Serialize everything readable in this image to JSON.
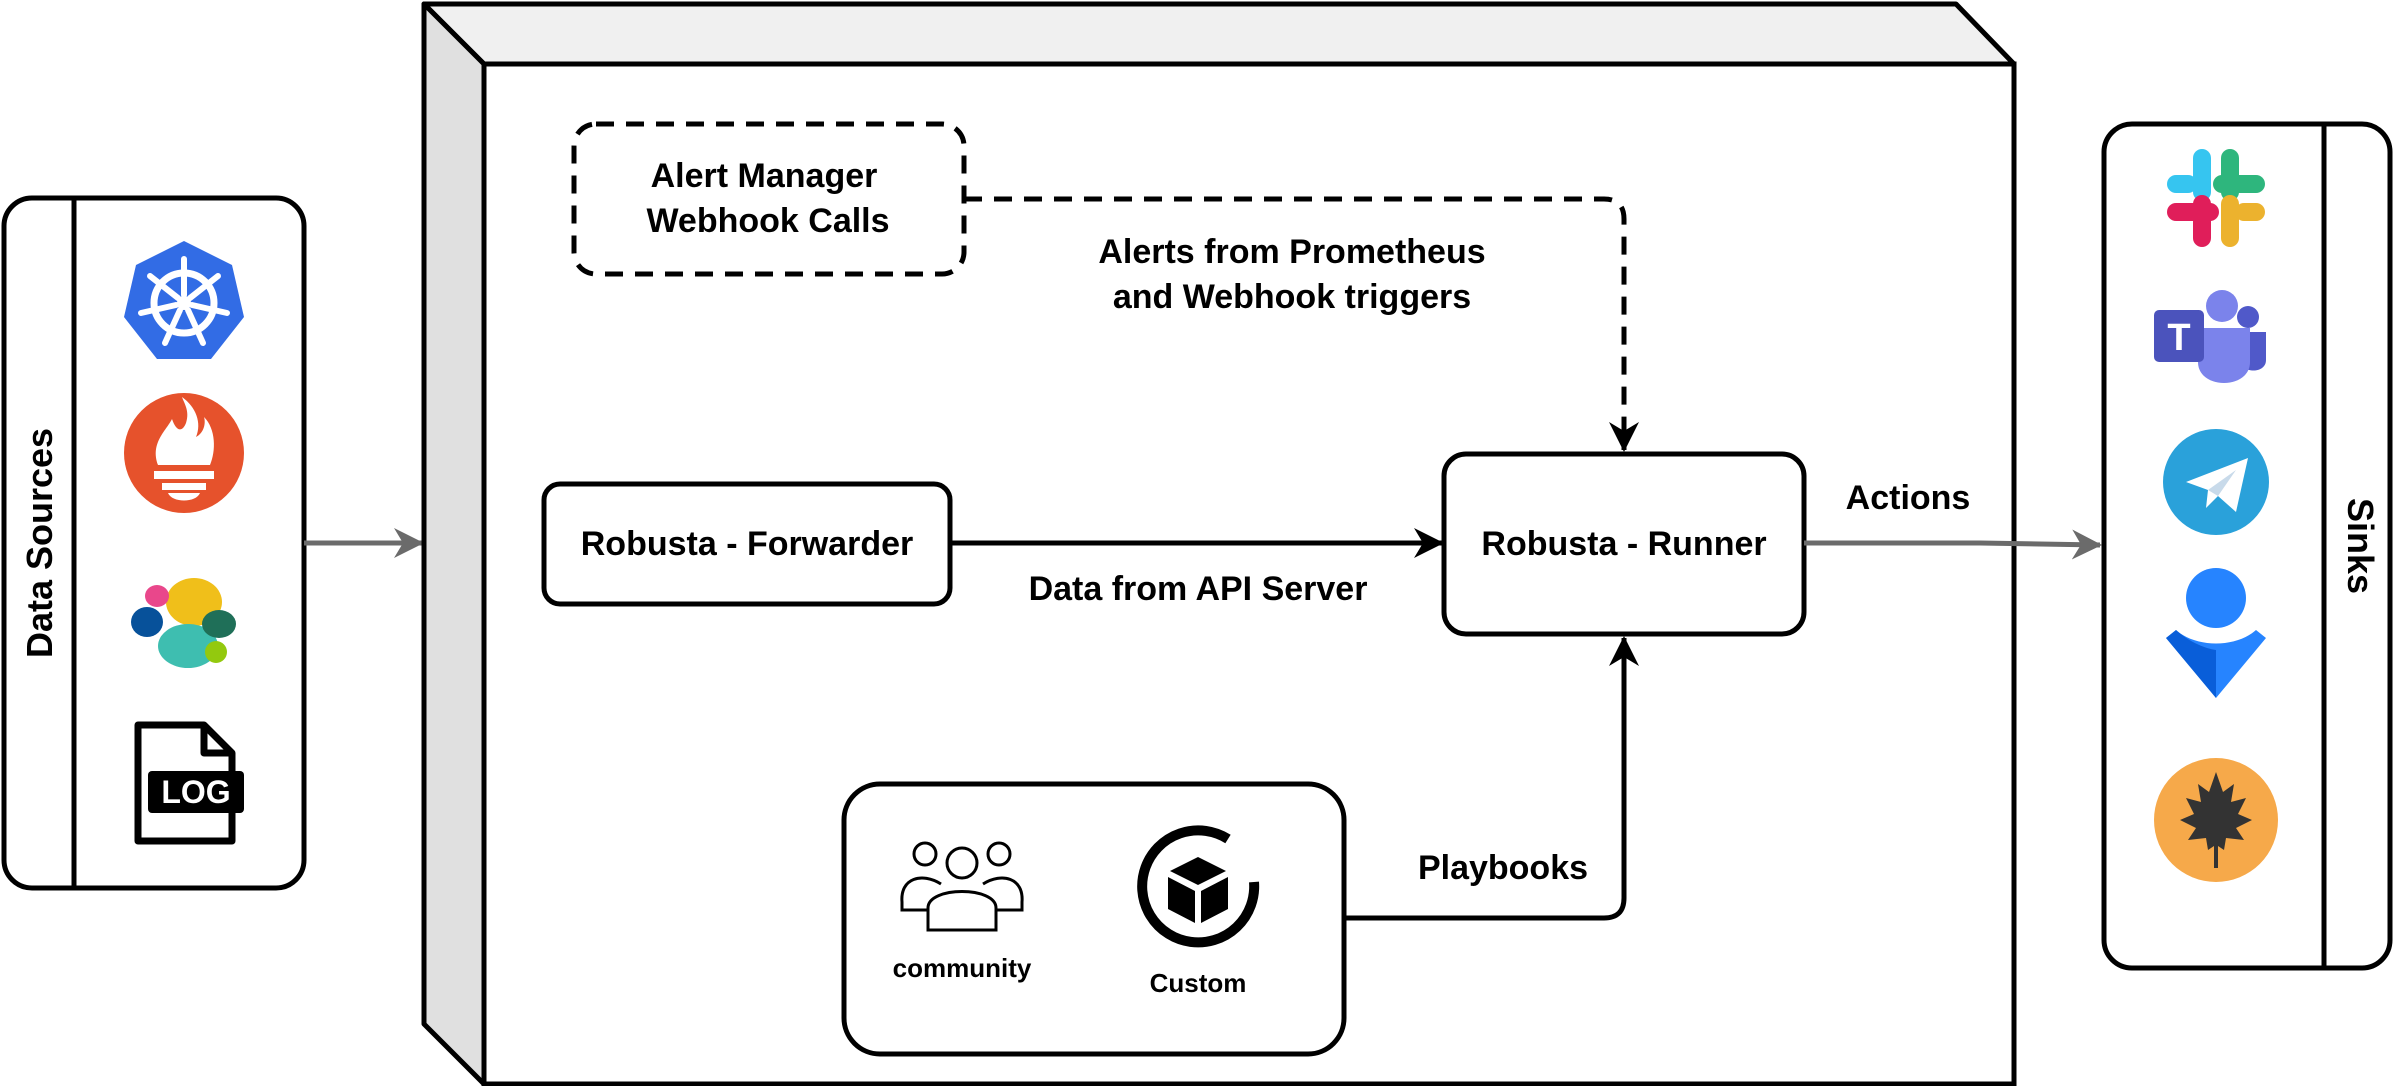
{
  "data_sources": {
    "label": "Data Sources",
    "icons": [
      "kubernetes-icon",
      "prometheus-icon",
      "elastic-icon",
      "log-file-icon"
    ],
    "log_icon_text": "LOG"
  },
  "main": {
    "alert_manager": {
      "line1": "Alert Manager",
      "line2": "Webhook Calls"
    },
    "alerts_edge": {
      "line1": "Alerts from Prometheus",
      "line2": "and Webhook triggers"
    },
    "forwarder": {
      "label": "Robusta - Forwarder"
    },
    "runner": {
      "label": "Robusta - Runner"
    },
    "api_edge": {
      "label": "Data from API Server"
    },
    "playbooks_edge": {
      "label": "Playbooks"
    },
    "playbooks_box": {
      "community_label": "community",
      "custom_label": "Custom"
    }
  },
  "actions_edge": {
    "label": "Actions"
  },
  "sinks": {
    "label": "Sinks",
    "icons": [
      "slack-icon",
      "teams-icon",
      "telegram-icon",
      "opsgenie-icon",
      "mattermost-leaf-icon"
    ]
  },
  "colors": {
    "stroke": "#000000",
    "gray_arrow": "#6b6b6b",
    "box_side": "#e0e0e0",
    "kubernetes": "#326ce5",
    "prometheus": "#e6522c",
    "telegram": "#2aa1da",
    "opsgenie": "#2684ff",
    "leaf_circle": "#f6a94a"
  }
}
